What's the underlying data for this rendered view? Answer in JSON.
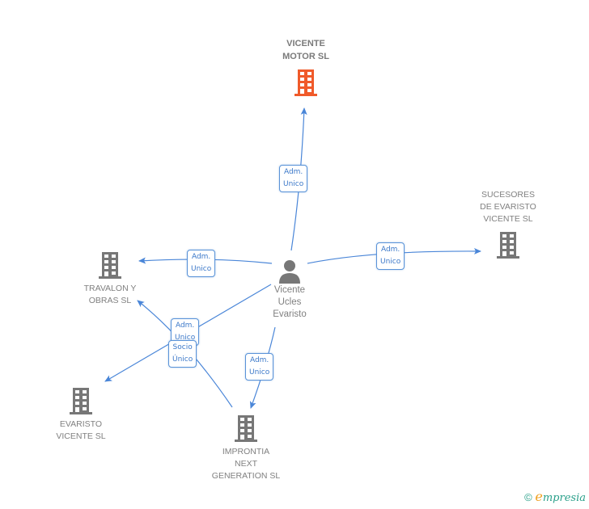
{
  "colors": {
    "edge": "#4a86d8",
    "company_icon": "#777777",
    "main_company_icon": "#f05a2a",
    "person_icon": "#777777",
    "label_border": "#5a93d8"
  },
  "nodes": {
    "vicente_motor": {
      "label": "VICENTE\nMOTOR SL",
      "type": "company-main"
    },
    "sucesores": {
      "label": "SUCESORES\nDE EVARISTO\nVICENTE SL",
      "type": "company"
    },
    "travalon": {
      "label": "TRAVALON Y\nOBRAS  SL",
      "type": "company"
    },
    "evaristo": {
      "label": "EVARISTO\nVICENTE SL",
      "type": "company"
    },
    "improntia": {
      "label": "IMPRONTIA\nNEXT\nGENERATION SL",
      "type": "company"
    },
    "person": {
      "label": "Vicente\nUcles\nEvaristo",
      "type": "person"
    }
  },
  "edges": [
    {
      "from": "person",
      "to": "vicente_motor",
      "label": "Adm.\nUnico"
    },
    {
      "from": "person",
      "to": "sucesores",
      "label": "Adm.\nUnico"
    },
    {
      "from": "person",
      "to": "travalon",
      "label": "Adm.\nUnico"
    },
    {
      "from": "person",
      "to": "evaristo",
      "label": "Adm.\nUnico"
    },
    {
      "from": "improntia",
      "to": "travalon",
      "label": "Socio\nÚnico"
    },
    {
      "from": "person",
      "to": "improntia",
      "label": "Adm.\nUnico"
    }
  ],
  "footer": {
    "copyright": "©",
    "brand_initial": "e",
    "brand_rest": "mpresia"
  }
}
